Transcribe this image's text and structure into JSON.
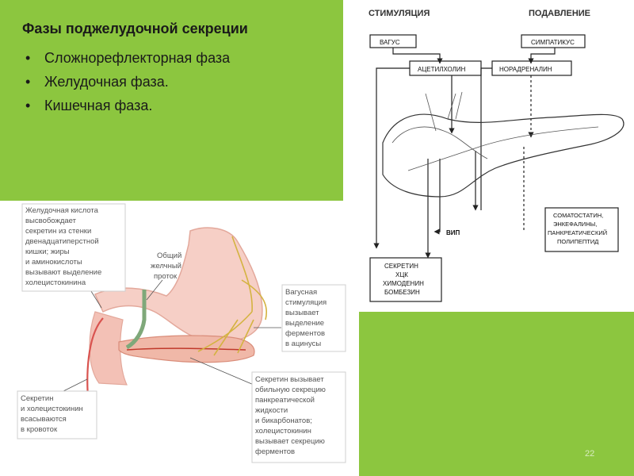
{
  "slide": {
    "title": "Фазы поджелудочной секреции",
    "bullets": [
      "Сложнорефлекторная фаза",
      "Желудочная фаза.",
      "Кишечная фаза."
    ],
    "page_number": "22"
  },
  "diagram_top": {
    "header_left": "СТИМУЛЯЦИЯ",
    "header_right": "ПОДАВЛЕНИЕ",
    "box_vagus": "ВАГУС",
    "box_acetylcholine": "АЦЕТИЛХОЛИН",
    "box_sympathetic": "СИМПАТИКУС",
    "box_noradrenaline": "НОРАДРЕНАЛИН",
    "label_vip": "ВИП",
    "box_left": [
      "СЕКРЕТИН",
      "ХЦК",
      "ХИМОДЕНИН",
      "БОМБЕЗИН"
    ],
    "box_right": [
      "СОМАТОСТАТИН,",
      "ЭНКЕФАЛИНЫ,",
      "ПАНКРЕАТИЧЕСКИЙ",
      "ПОЛИПЕПТИД"
    ]
  },
  "diagram_bottom": {
    "note_acid": [
      "Желудочная кислота",
      "высвобождает",
      "секретин из стенки",
      "двенадцатиперстной",
      "кишки; жиры",
      "и аминокислоты",
      "вызывают выделение",
      "холецистокинина"
    ],
    "note_duct": [
      "Общий",
      "желчный",
      "проток"
    ],
    "note_vagal": [
      "Вагусная",
      "стимуляция",
      "вызывает",
      "выделение",
      "ферментов",
      "в ацинусы"
    ],
    "note_absorb": [
      "Секретин",
      "и холецистокинин",
      "всасываются",
      "в кровоток"
    ],
    "note_secretin": [
      "Секретин вызывает",
      "обильную секрецию",
      "панкреатической",
      "жидкости",
      "и бикарбонатов;",
      "холецистокинин",
      "вызывает секрецию",
      "ферментов"
    ]
  }
}
